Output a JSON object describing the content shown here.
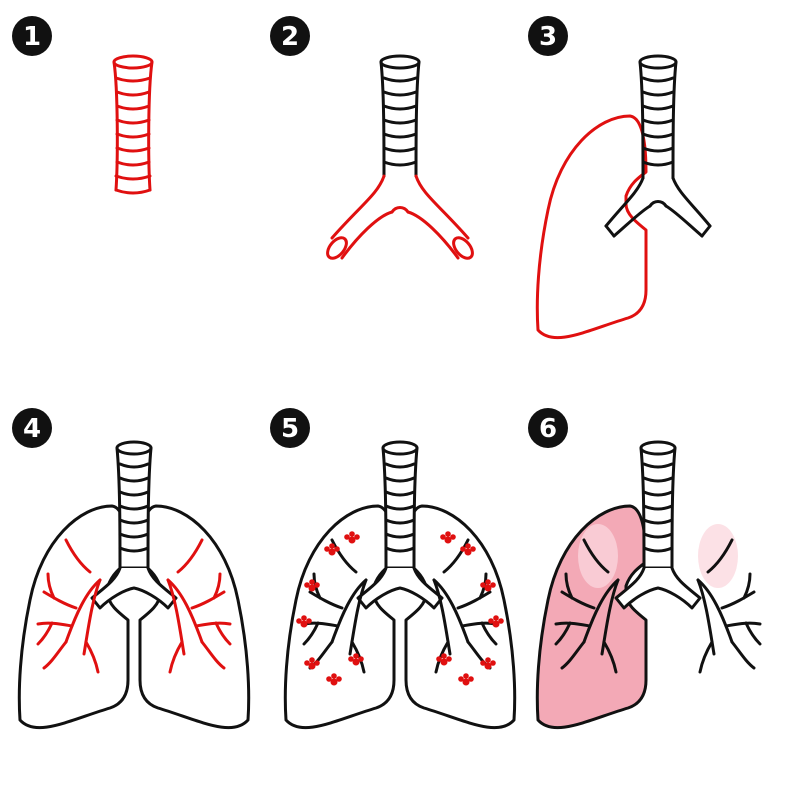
{
  "steps": [
    {
      "number": "1",
      "name": "step-1"
    },
    {
      "number": "2",
      "name": "step-2"
    },
    {
      "number": "3",
      "name": "step-3"
    },
    {
      "number": "4",
      "name": "step-4"
    },
    {
      "number": "5",
      "name": "step-5"
    },
    {
      "number": "6",
      "name": "step-6"
    }
  ],
  "colors": {
    "highlight": "#e01010",
    "outline": "#111111",
    "lung_fill": "#f3a9b6",
    "lung_fill_light": "#fbd7de",
    "badge": "#111111",
    "background": "#ffffff"
  }
}
